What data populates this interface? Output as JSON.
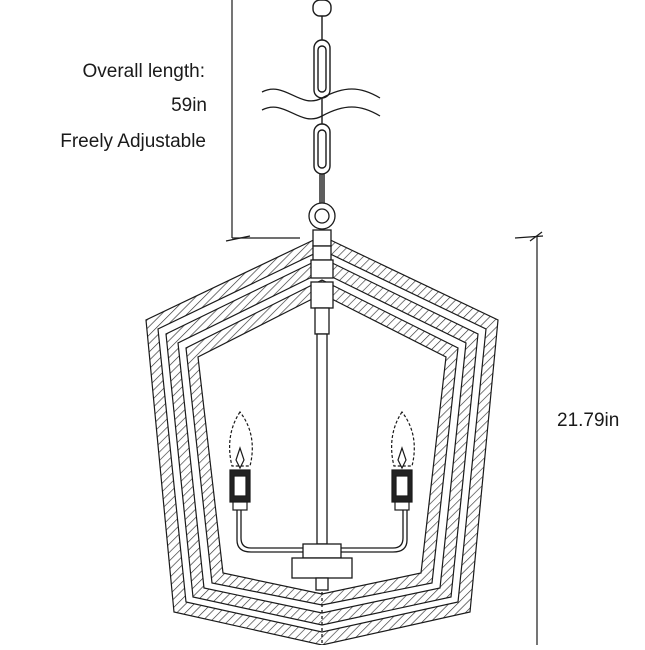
{
  "dimensions": {
    "overall_length_label": "Overall length:",
    "overall_length_value": "59in",
    "adjustable_note": "Freely Adjustable",
    "body_height": "21.79in"
  },
  "colors": {
    "line": "#1a1a1a",
    "hatch": "#333333",
    "background": "#ffffff"
  }
}
